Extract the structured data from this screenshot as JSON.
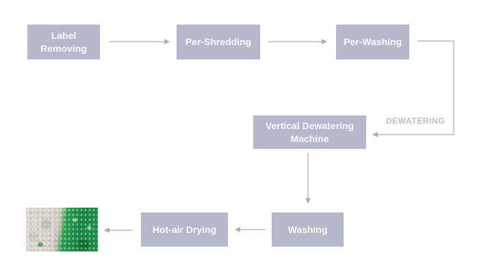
{
  "diagram": {
    "nodes": [
      {
        "id": "label-removing",
        "label": "Label Removing"
      },
      {
        "id": "per-shredding",
        "label": "Per-Shredding"
      },
      {
        "id": "per-washing",
        "label": "Per-Washing"
      },
      {
        "id": "vertical-dewatering-machine",
        "label": "Vertical Dewatering Machine"
      },
      {
        "id": "washing",
        "label": "Washing"
      },
      {
        "id": "hot-air-drying",
        "label": "Hot-air Drying"
      }
    ],
    "edge_label": "DEWATERING",
    "edges": [
      {
        "from": "Label Removing",
        "to": "Per-Shredding"
      },
      {
        "from": "Per-Shredding",
        "to": "Per-Washing"
      },
      {
        "from": "Per-Washing",
        "to": "Vertical Dewatering Machine",
        "label": "DEWATERING"
      },
      {
        "from": "Vertical Dewatering Machine",
        "to": "Washing"
      },
      {
        "from": "Washing",
        "to": "Hot-air Drying"
      },
      {
        "from": "Hot-air Drying",
        "to": "plastic-flakes-image"
      }
    ],
    "image": {
      "description": "photo of washed PET plastic flakes, clear flakes on left and green flakes on right"
    },
    "colors": {
      "background": "#ffffff",
      "node_fill": "#b5b7ca",
      "node_text": "#fafafc",
      "connector": "#a9acc2",
      "edge_label_text": "#b9bbcf",
      "flakes_clear": "#d9d4cc",
      "flakes_green": "#1e9048"
    }
  }
}
